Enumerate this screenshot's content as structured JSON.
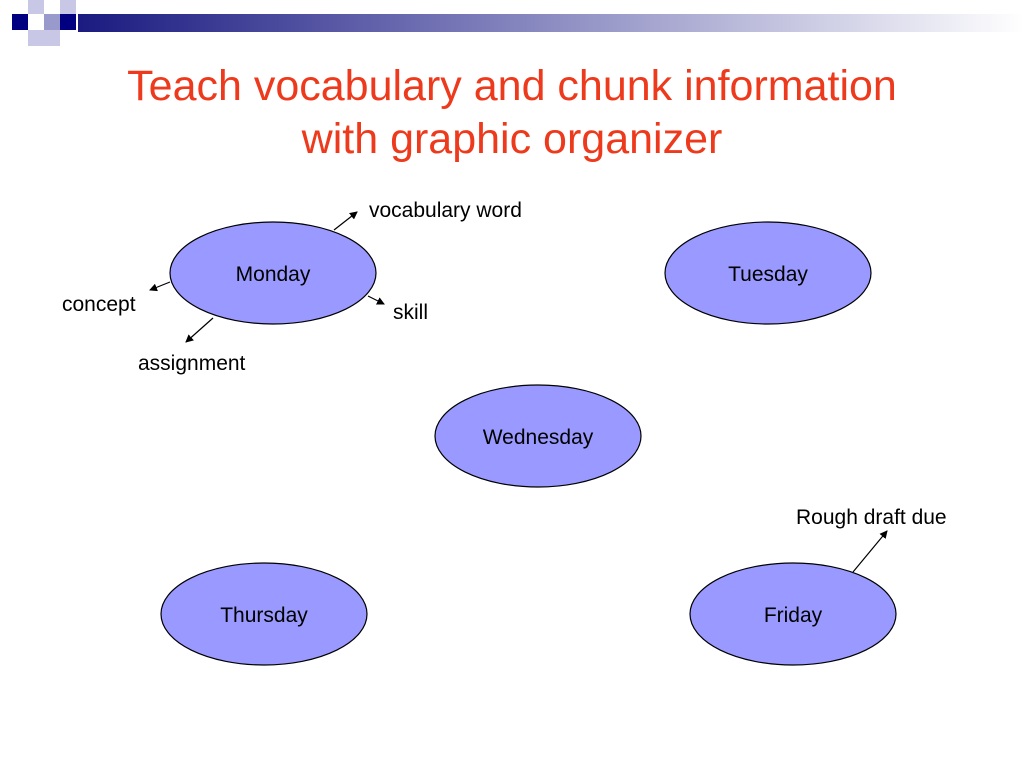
{
  "slide": {
    "title_line1": "Teach vocabulary and chunk information",
    "title_line2": "with graphic organizer"
  },
  "colors": {
    "title": "#ee3a1c",
    "node_fill": "#9999ff",
    "node_stroke": "#000000",
    "header_dark": "#000080",
    "header_light": "#9999cc"
  },
  "nodes": {
    "monday": "Monday",
    "tuesday": "Tuesday",
    "wednesday": "Wednesday",
    "thursday": "Thursday",
    "friday": "Friday"
  },
  "branches": {
    "vocabulary_word": "vocabulary word",
    "concept": "concept",
    "skill": "skill",
    "assignment": "assignment",
    "rough_draft_due": "Rough draft due"
  }
}
